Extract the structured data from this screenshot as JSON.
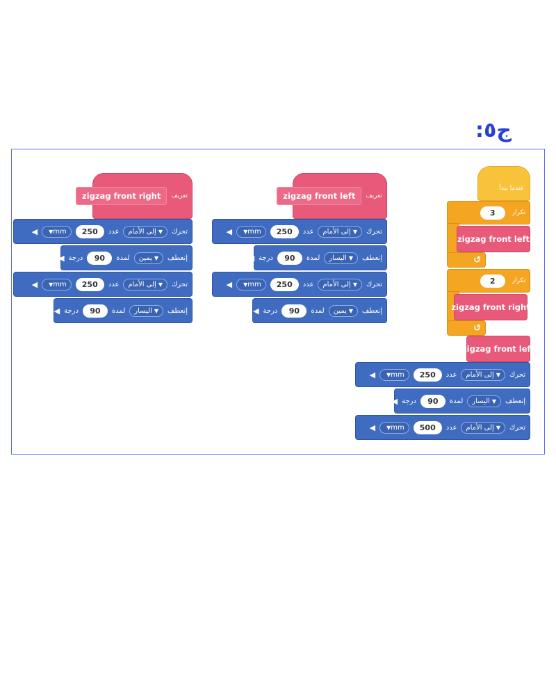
{
  "answer_label": "ج٥:",
  "labels": {
    "define": "تعريف",
    "move": "تحرك",
    "turn": "إنعطف",
    "forward": "إلى الأمام",
    "count": "عدد",
    "unit": "mm",
    "right": "يمين",
    "left": "اليسار",
    "for_duration": "لمدة",
    "degree": "درجة",
    "repeat": "تكرار",
    "when_start": "عندما يبدأ"
  },
  "procedures": {
    "right": {
      "name": "zigzag front right",
      "steps": [
        {
          "kind": "move",
          "distance": "250"
        },
        {
          "kind": "turn",
          "direction": "يمين",
          "angle": "90"
        },
        {
          "kind": "move",
          "distance": "250"
        },
        {
          "kind": "turn",
          "direction": "اليسار",
          "angle": "90"
        }
      ]
    },
    "left": {
      "name": "zigzag front left",
      "steps": [
        {
          "kind": "move",
          "distance": "250"
        },
        {
          "kind": "turn",
          "direction": "اليسار",
          "angle": "90"
        },
        {
          "kind": "move",
          "distance": "250"
        },
        {
          "kind": "turn",
          "direction": "يمين",
          "angle": "90"
        }
      ]
    }
  },
  "main": {
    "repeat1": {
      "count": "3",
      "call": "zigzag front left"
    },
    "repeat2": {
      "count": "2",
      "call": "zigzag front right"
    },
    "final_call": "zigzag front left",
    "move1": "250",
    "turn": {
      "direction": "اليسار",
      "angle": "90"
    },
    "move2": "500"
  },
  "colors": {
    "motion": "#3f6bc0",
    "procedure": "#e8597a",
    "control": "#f4a623",
    "event": "#f8c33a",
    "frame": "#5a6cf0",
    "answer": "#2a3fd6"
  }
}
